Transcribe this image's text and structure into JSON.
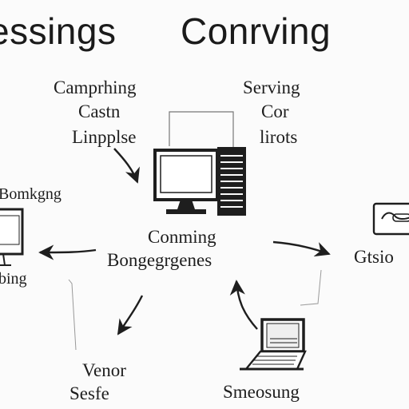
{
  "title": {
    "left": "essings",
    "right": "Conrving"
  },
  "labels": {
    "top_left": [
      "Camprhing",
      "Castn",
      "Linpplse"
    ],
    "top_right": [
      "Serving",
      "Cor",
      "lirots"
    ],
    "left": [
      "Bomkgng",
      "bing"
    ],
    "center": [
      "Conming",
      "Bongegrgenes"
    ],
    "right": "Gtsio",
    "bottom_left": [
      "Venor",
      "Sesfe"
    ],
    "bottom_right": "Smeosung"
  },
  "icons": [
    "desktop-computer-icon",
    "server-tower-icon",
    "monitor-icon",
    "card-device-icon",
    "laptop-icon",
    "arrow-icon"
  ]
}
